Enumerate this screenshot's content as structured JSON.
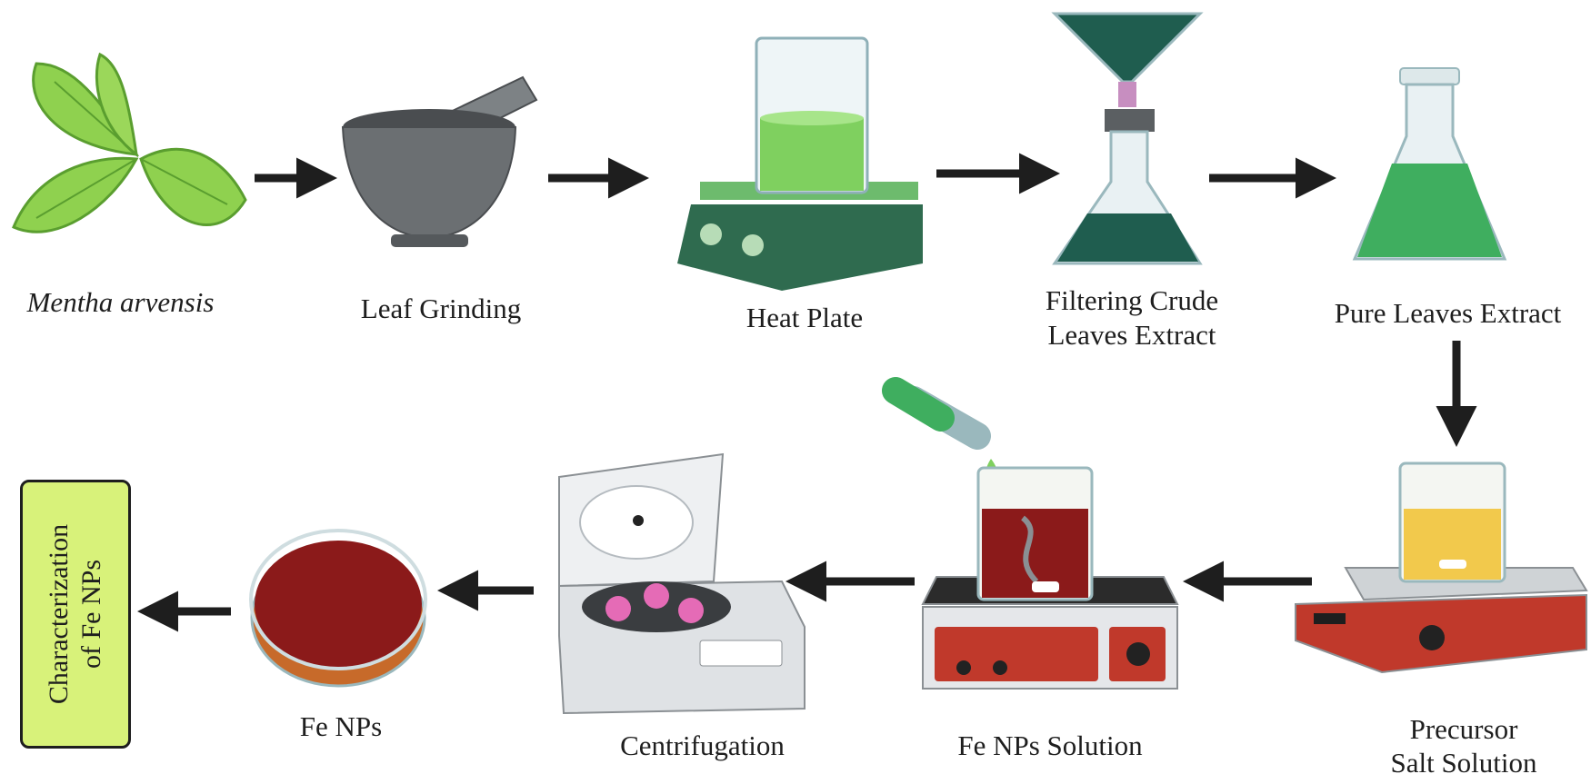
{
  "steps": {
    "mentha": "Mentha arvensis",
    "grinding": "Leaf Grinding",
    "heat_plate": "Heat Plate",
    "filtering_line1": "Filtering Crude",
    "filtering_line2": "Leaves Extract",
    "pure_extract": "Pure Leaves Extract",
    "precursor_line1": "Precursor",
    "precursor_line2": "Salt Solution",
    "fe_solution": "Fe NPs Solution",
    "centrifugation": "Centrifugation",
    "fe_nps": "Fe NPs"
  },
  "final_box": {
    "line1": "Characterization",
    "line2": "of Fe NPs"
  },
  "colors": {
    "leaf": "#8fd14f",
    "leaf_dark": "#5a9e2f",
    "mortar": "#5f6366",
    "hotplate_green": "#2f6b4f",
    "extract_green": "#2e8b57",
    "filter_dark": "#1f5d4f",
    "precursor_yellow": "#f2c94c",
    "fe_red": "#8b1a1a",
    "hotplate_red": "#c0392b",
    "box_fill": "#d8f27a",
    "arrow": "#1e1e1e"
  }
}
